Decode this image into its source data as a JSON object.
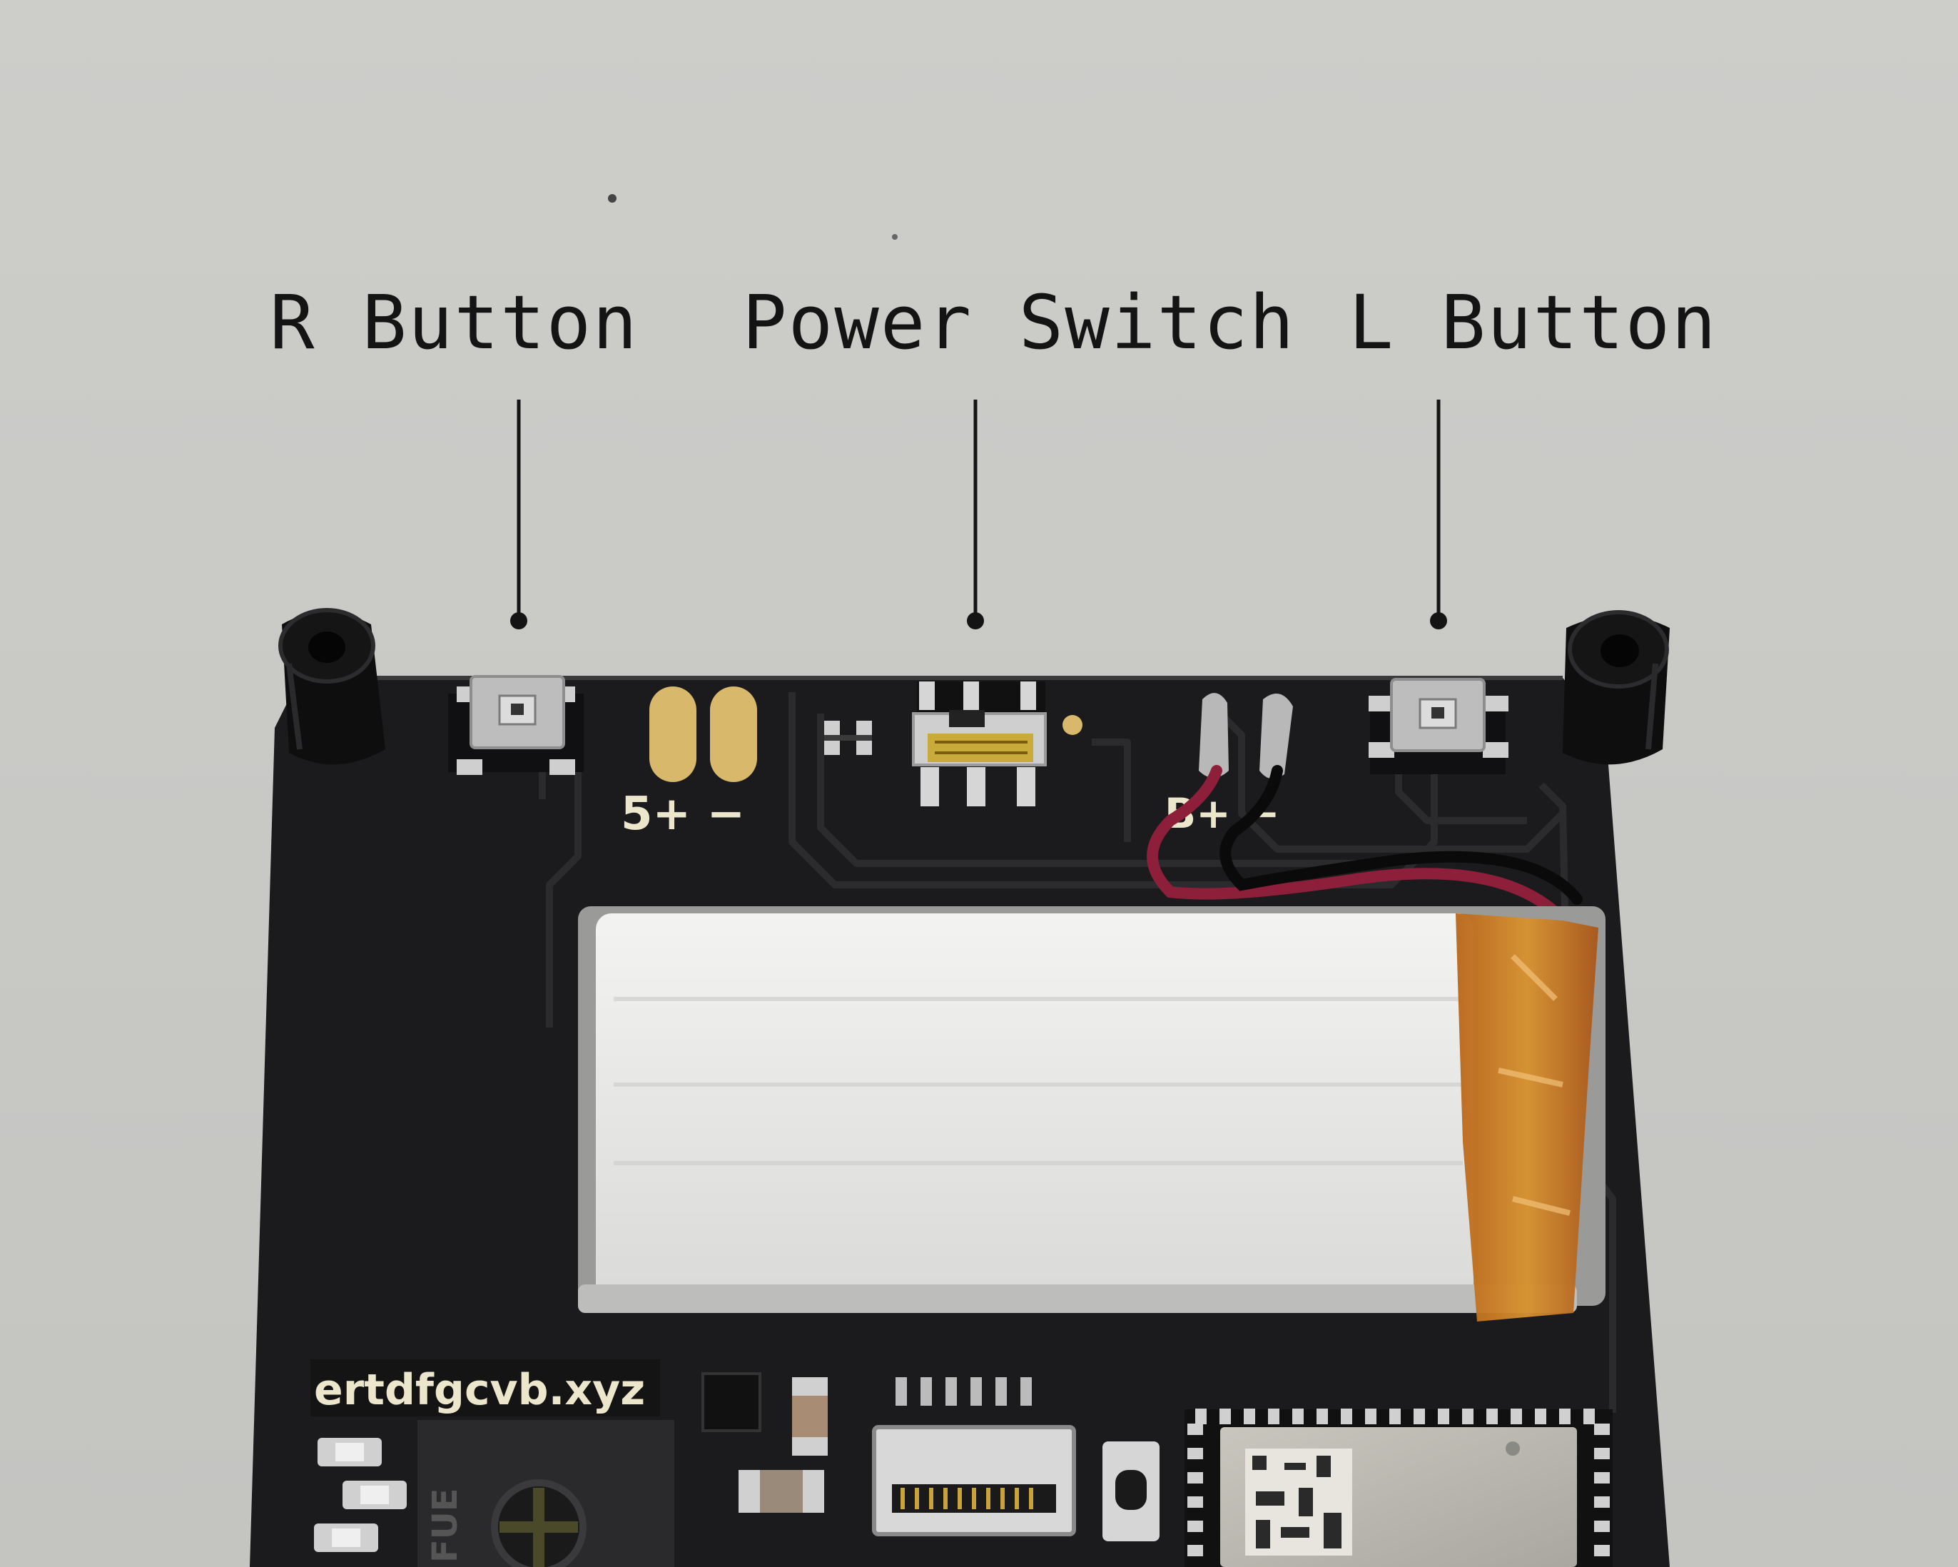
{
  "callouts": {
    "r_button": "R Button",
    "power_switch": "Power Switch",
    "l_button": "L Button"
  },
  "silkscreen": {
    "power_pads": "5+ −",
    "battery_pads": "B+ −",
    "brand": "ertdfgcvb.xyz",
    "buzzer_text": "FUE"
  },
  "colors": {
    "background": "#c9c9c6",
    "pcb": "#1b1b1d",
    "silkscreen": "#ece6cc",
    "gold": "#d8b86a",
    "battery": "#e9e9e7",
    "kapton": "#c97a1c",
    "wire_red": "#8e1f3a",
    "wire_black": "#111111"
  }
}
